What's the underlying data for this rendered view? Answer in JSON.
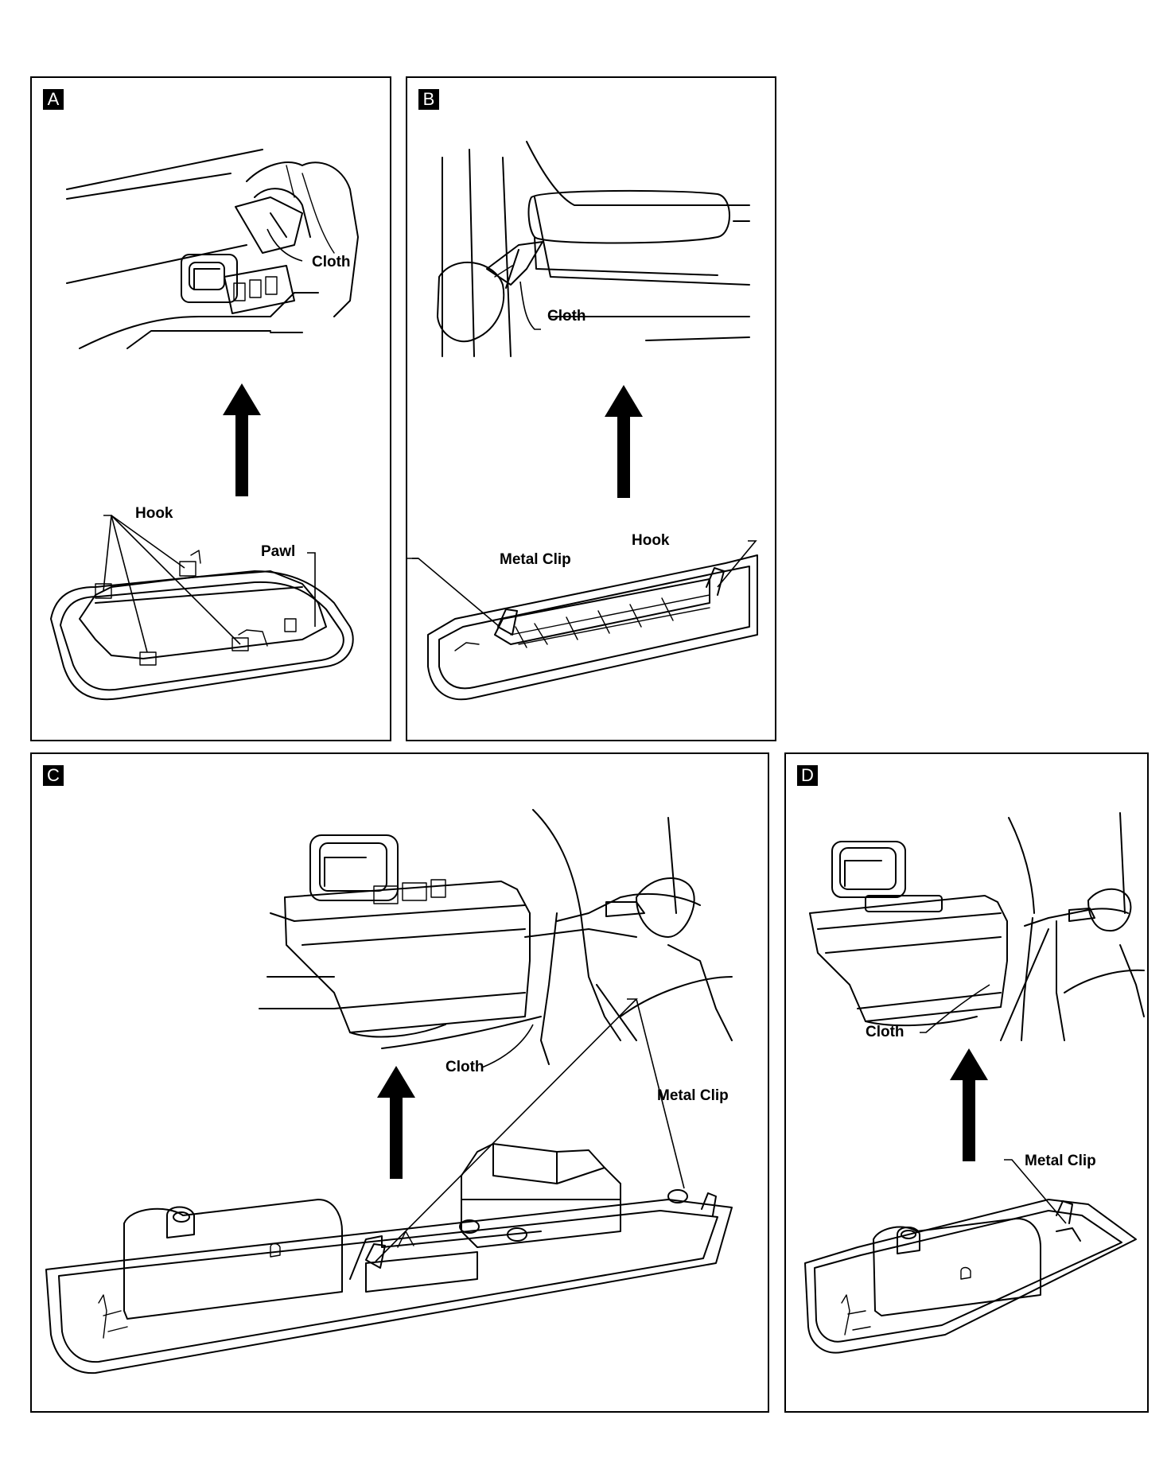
{
  "panels": {
    "a": {
      "badge": "A",
      "cloth": "Cloth",
      "hook": "Hook",
      "pawl": "Pawl"
    },
    "b": {
      "badge": "B",
      "cloth": "Cloth",
      "metal_clip": "Metal Clip",
      "hook": "Hook"
    },
    "c": {
      "badge": "C",
      "cloth": "Cloth",
      "metal_clip": "Metal Clip"
    },
    "d": {
      "badge": "D",
      "cloth": "Cloth",
      "metal_clip": "Metal Clip"
    }
  }
}
